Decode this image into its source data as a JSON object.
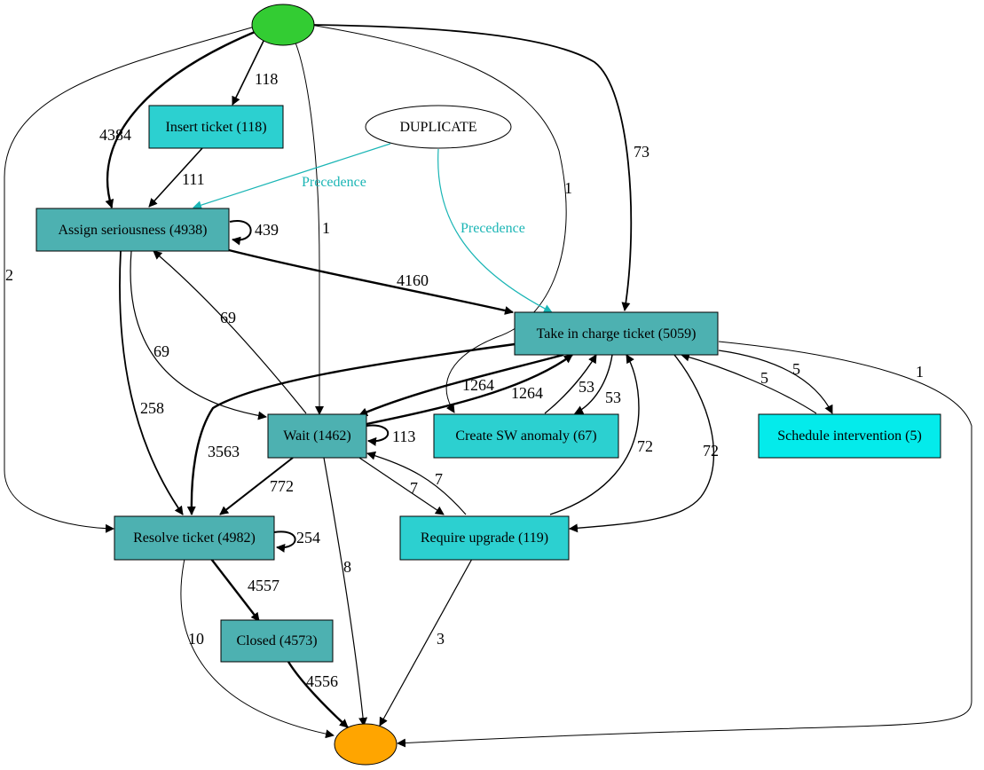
{
  "colors": {
    "start": "#33cc33",
    "end": "#ffa500",
    "dark_teal": "#4db1b1",
    "mid_teal": "#2cd0d0",
    "light_cyan": "#04ebeb",
    "constraint": "#1ab5b5"
  },
  "nodes": {
    "duplicate": "DUPLICATE",
    "insert_ticket": "Insert ticket (118)",
    "assign_seriousness": "Assign seriousness (4938)",
    "take_in_charge": "Take in charge ticket (5059)",
    "wait": "Wait (1462)",
    "create_sw_anomaly": "Create SW anomaly (67)",
    "schedule_intervention": "Schedule intervention (5)",
    "resolve_ticket": "Resolve ticket (4982)",
    "require_upgrade": "Require upgrade (119)",
    "closed": "Closed (4573)"
  },
  "edges": {
    "start_insert": "118",
    "start_assign": "4384",
    "start_resolve": "2",
    "start_wait": "1",
    "start_create": "1",
    "start_take": "73",
    "insert_assign": "111",
    "assign_self": "439",
    "assign_take": "4160",
    "assign_wait": "69",
    "wait_assign": "69",
    "assign_resolve": "258",
    "take_wait": "1264",
    "wait_take": "1264",
    "take_create": "53",
    "create_take": "53",
    "take_schedule": "5",
    "schedule_take": "5",
    "take_resolve": "3563",
    "take_end": "1",
    "take_require": "72",
    "require_take": "72",
    "wait_self": "113",
    "wait_resolve": "772",
    "wait_require": "7",
    "require_wait": "7",
    "wait_end": "8",
    "resolve_self": "254",
    "resolve_closed": "4557",
    "resolve_end": "10",
    "closed_end": "4556",
    "require_end": "3"
  },
  "constraints": {
    "dup_assign": "Precedence",
    "dup_take": "Precedence"
  }
}
